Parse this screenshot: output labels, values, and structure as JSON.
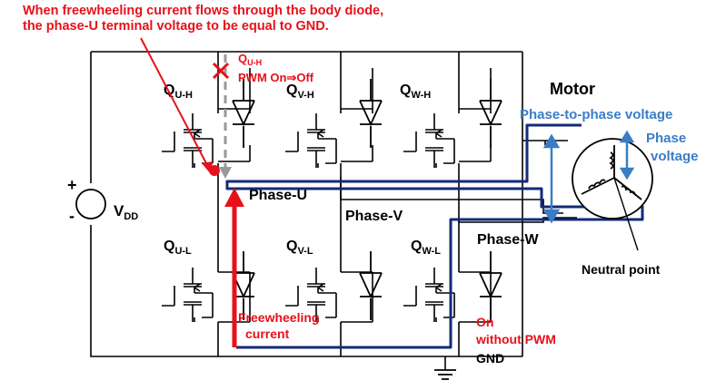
{
  "header": {
    "line1": "When freewheeling current flows through the body diode,",
    "line2": "the phase-U terminal voltage to be equal to GND."
  },
  "annotations": {
    "quh_switch_label_main": "Q",
    "quh_switch_label_sub": "U-H",
    "pwm_label": "PWM On⇒Off",
    "freewheeling_line1": "Freewheeling",
    "freewheeling_line2": "current",
    "on_line1": "On",
    "on_line2": "without PWM"
  },
  "transistors": {
    "quh": {
      "main": "Q",
      "sub": "U-H"
    },
    "qvh": {
      "main": "Q",
      "sub": "V-H"
    },
    "qwh": {
      "main": "Q",
      "sub": "W-H"
    },
    "qul": {
      "main": "Q",
      "sub": "U-L"
    },
    "qvl": {
      "main": "Q",
      "sub": "V-L"
    },
    "qwl": {
      "main": "Q",
      "sub": "W-L"
    }
  },
  "supply": {
    "main": "V",
    "sub": "DD",
    "plus": "+",
    "minus": "-"
  },
  "phases": {
    "u": "Phase-U",
    "v": "Phase-V",
    "w": "Phase-W"
  },
  "motor": {
    "title": "Motor",
    "phase_to_phase": "Phase-to-phase voltage",
    "phase_voltage_line1": "Phase",
    "phase_voltage_line2": "voltage",
    "neutral_point": "Neutral point"
  },
  "ground": {
    "label": "GND"
  },
  "colors": {
    "red": "#e8101a",
    "navy": "#142a78",
    "blue": "#3a7dc6",
    "gray": "#999999",
    "black": "#000000"
  }
}
